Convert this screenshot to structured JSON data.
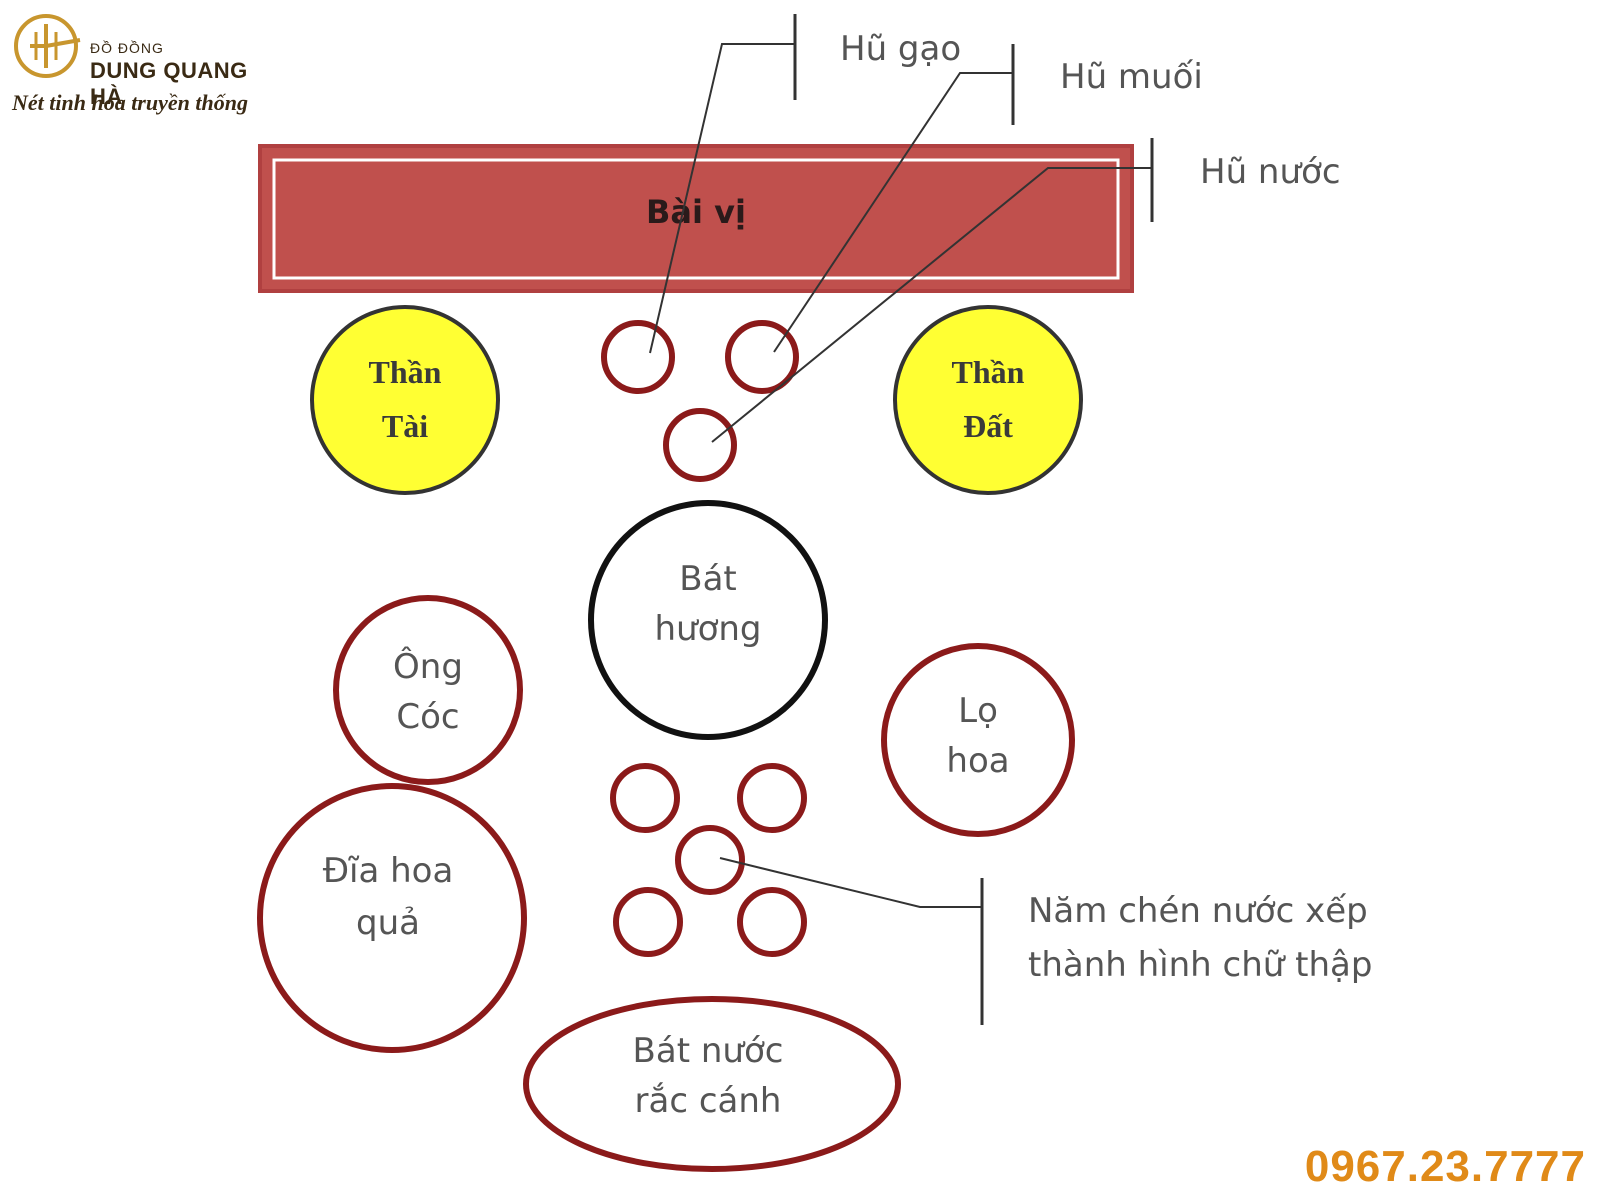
{
  "brand": {
    "small": "ĐỒ ĐỒNG",
    "name": "DUNG QUANG HÀ",
    "tagline": "Nét tinh hoa truyền thống",
    "phone": "0967.23.7777"
  },
  "diagram": {
    "tablet": "Bài vị",
    "callouts": {
      "rice": "Hũ gạo",
      "salt": "Hũ muối",
      "water": "Hũ nước",
      "cups": [
        "Năm chén nước xếp",
        "thành hình chữ thập"
      ]
    },
    "gods": {
      "than_tai": [
        "Thần",
        "Tài"
      ],
      "than_dat": [
        "Thần",
        "Đất"
      ]
    },
    "incense": [
      "Bát",
      "hương"
    ],
    "ong_coc": [
      "Ông",
      "Cóc"
    ],
    "vase": [
      "Lọ",
      "hoa"
    ],
    "fruit": [
      "Đĩa hoa",
      "quả"
    ],
    "water_bowl": [
      "Bát nước",
      "rắc cánh"
    ],
    "colors": {
      "tablet": "#c0504d",
      "outline_red": "#8b1a1a",
      "yellow": "#ffff33",
      "accent_phone": "#e08a18",
      "brand_gold": "#c8962e"
    }
  }
}
